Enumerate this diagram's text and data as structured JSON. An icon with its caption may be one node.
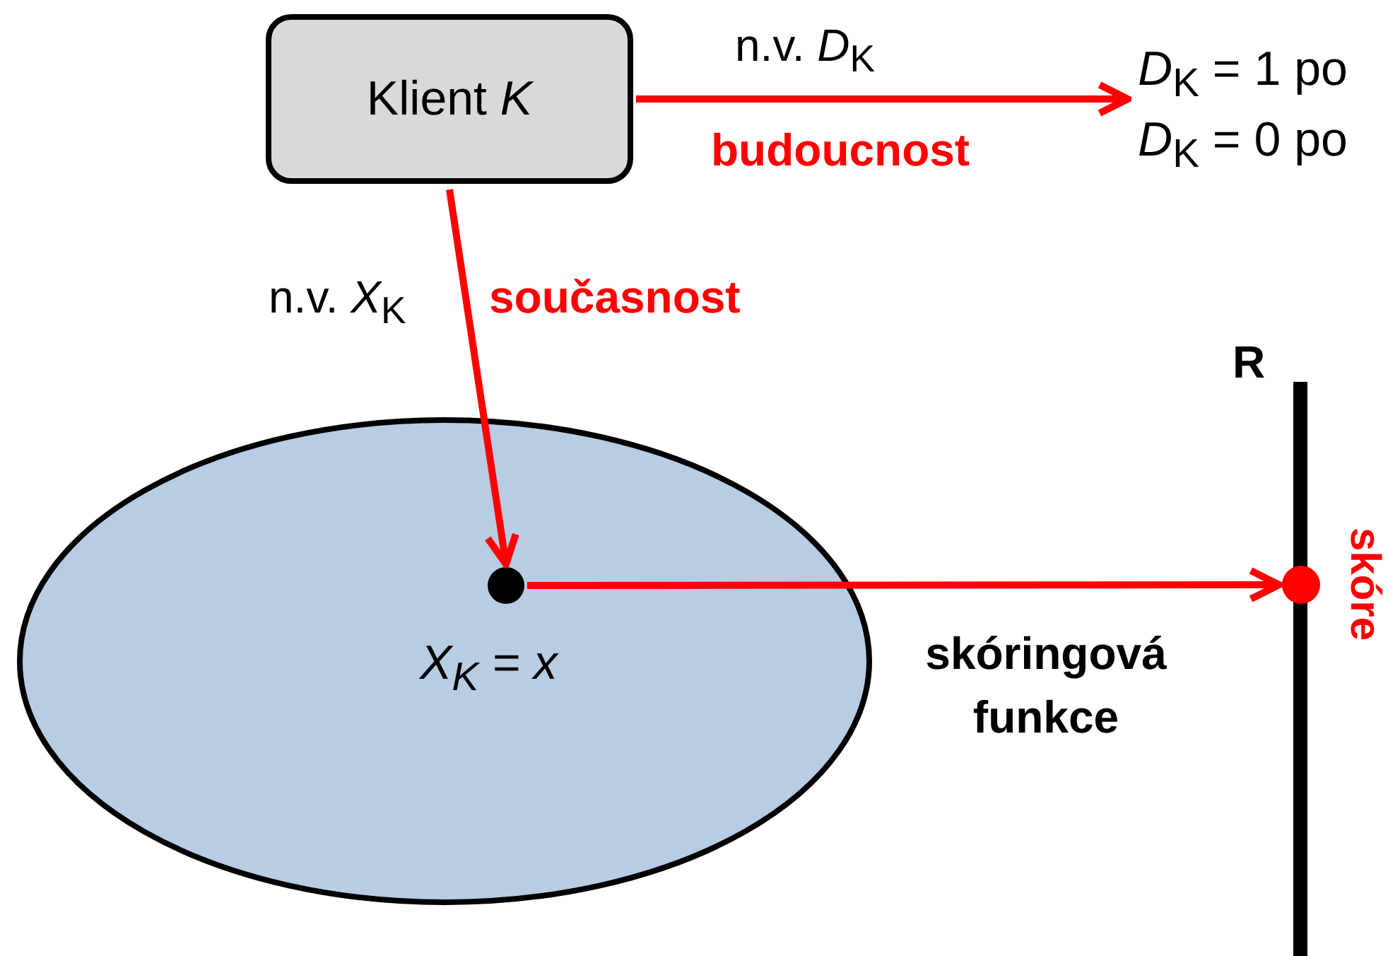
{
  "diagram": {
    "nodes": [
      {
        "text": [
          "Klient *K*"
        ]
      },
      {
        "text": [
          "*X*$_{K}$ = *x*"
        ]
      },
      {
        "text": [],
        "shape": "circle",
        "in": 1
      },
      {
        "text": [
          "*D*$_{K}$ = 1 po",
          "*D*$_{K}$ = 0 po"
        ]
      },
      {
        "text": [],
        "shape": "circle",
        "beside": [
          "skóre"
        ]
      }
    ],
    "edges": [
      {
        "from": 0,
        "to": 3,
        "arrow": "to",
        "label": "n.v. *D*$_{K}$",
        "color": "#ff0000"
      },
      {
        "from": 0,
        "to": 2,
        "arrow": "to",
        "label": "n.v. *X*$_{K}$",
        "color": "#ff0000"
      },
      {
        "from": 2,
        "to": 4,
        "arrow": "to",
        "label": "skóringová funkce",
        "color": "#ff0000"
      }
    ],
    "labels": [
      "budoucnost",
      "současnost",
      "R"
    ]
  }
}
